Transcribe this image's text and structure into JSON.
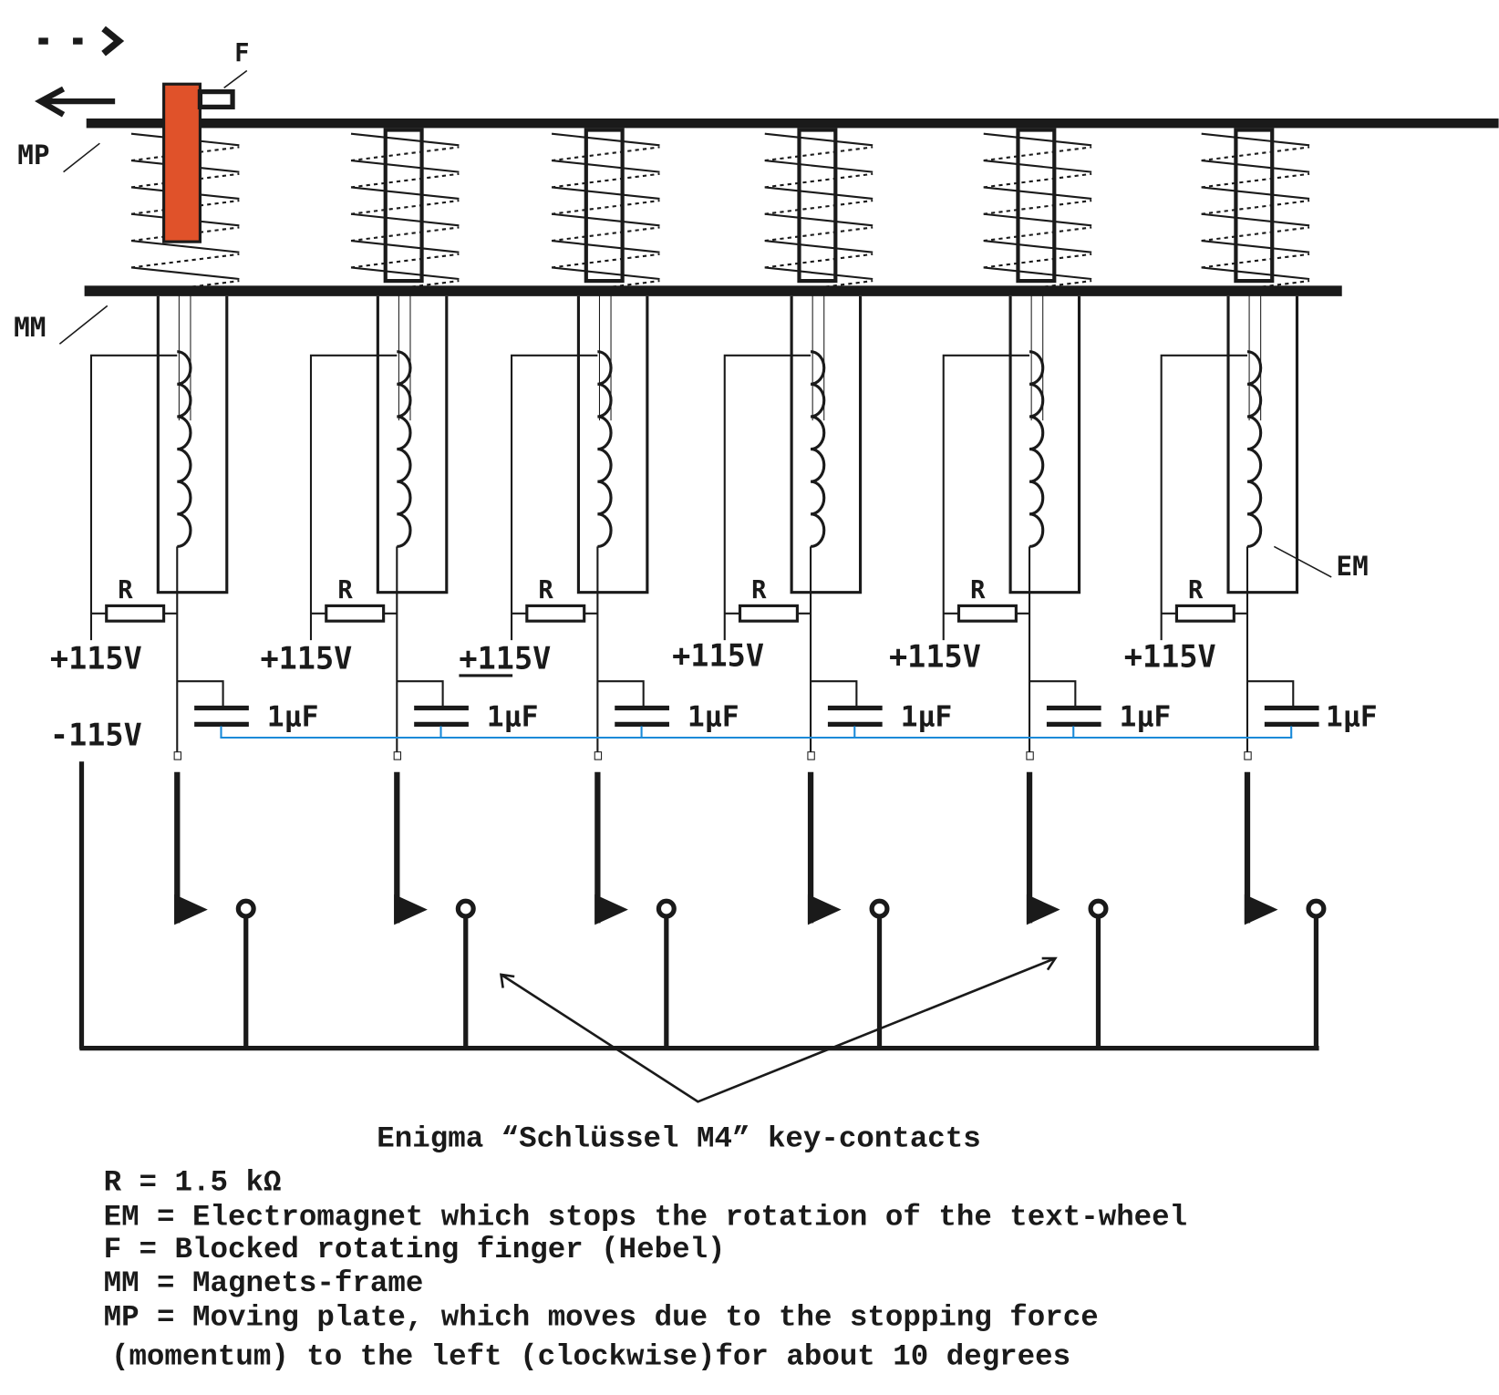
{
  "labels": {
    "F": "F",
    "MP": "MP",
    "MM": "MM",
    "EM": "EM",
    "minus_voltage": "-115V"
  },
  "units": [
    {
      "resistor": "R",
      "voltage": "+115V",
      "capacitor": "1µF"
    },
    {
      "resistor": "R",
      "voltage": "+115V",
      "capacitor": "1µF"
    },
    {
      "resistor": "R",
      "voltage": "+115V",
      "capacitor": "1µF"
    },
    {
      "resistor": "R",
      "voltage": "+115V",
      "capacitor": "1µF"
    },
    {
      "resistor": "R",
      "voltage": "+115V",
      "capacitor": "1µF"
    },
    {
      "resistor": "R",
      "voltage": "+115V",
      "capacitor": "1µF"
    }
  ],
  "caption": "Enigma “Schlüssel M4”  key-contacts",
  "legend": [
    "R = 1.5 kΩ",
    "EM = Electromagnet which stops the rotation of the text-wheel",
    "F = Blocked rotating finger (Hebel)",
    "MM = Magnets-frame",
    "MP = Moving plate, which moves due to the stopping force",
    "(momentum) to the left (clockwise)for about 10 degrees"
  ],
  "colors": {
    "ink": "#1a1a1a",
    "finger": "#e0522a",
    "wire_blue": "#1a8ad8"
  }
}
